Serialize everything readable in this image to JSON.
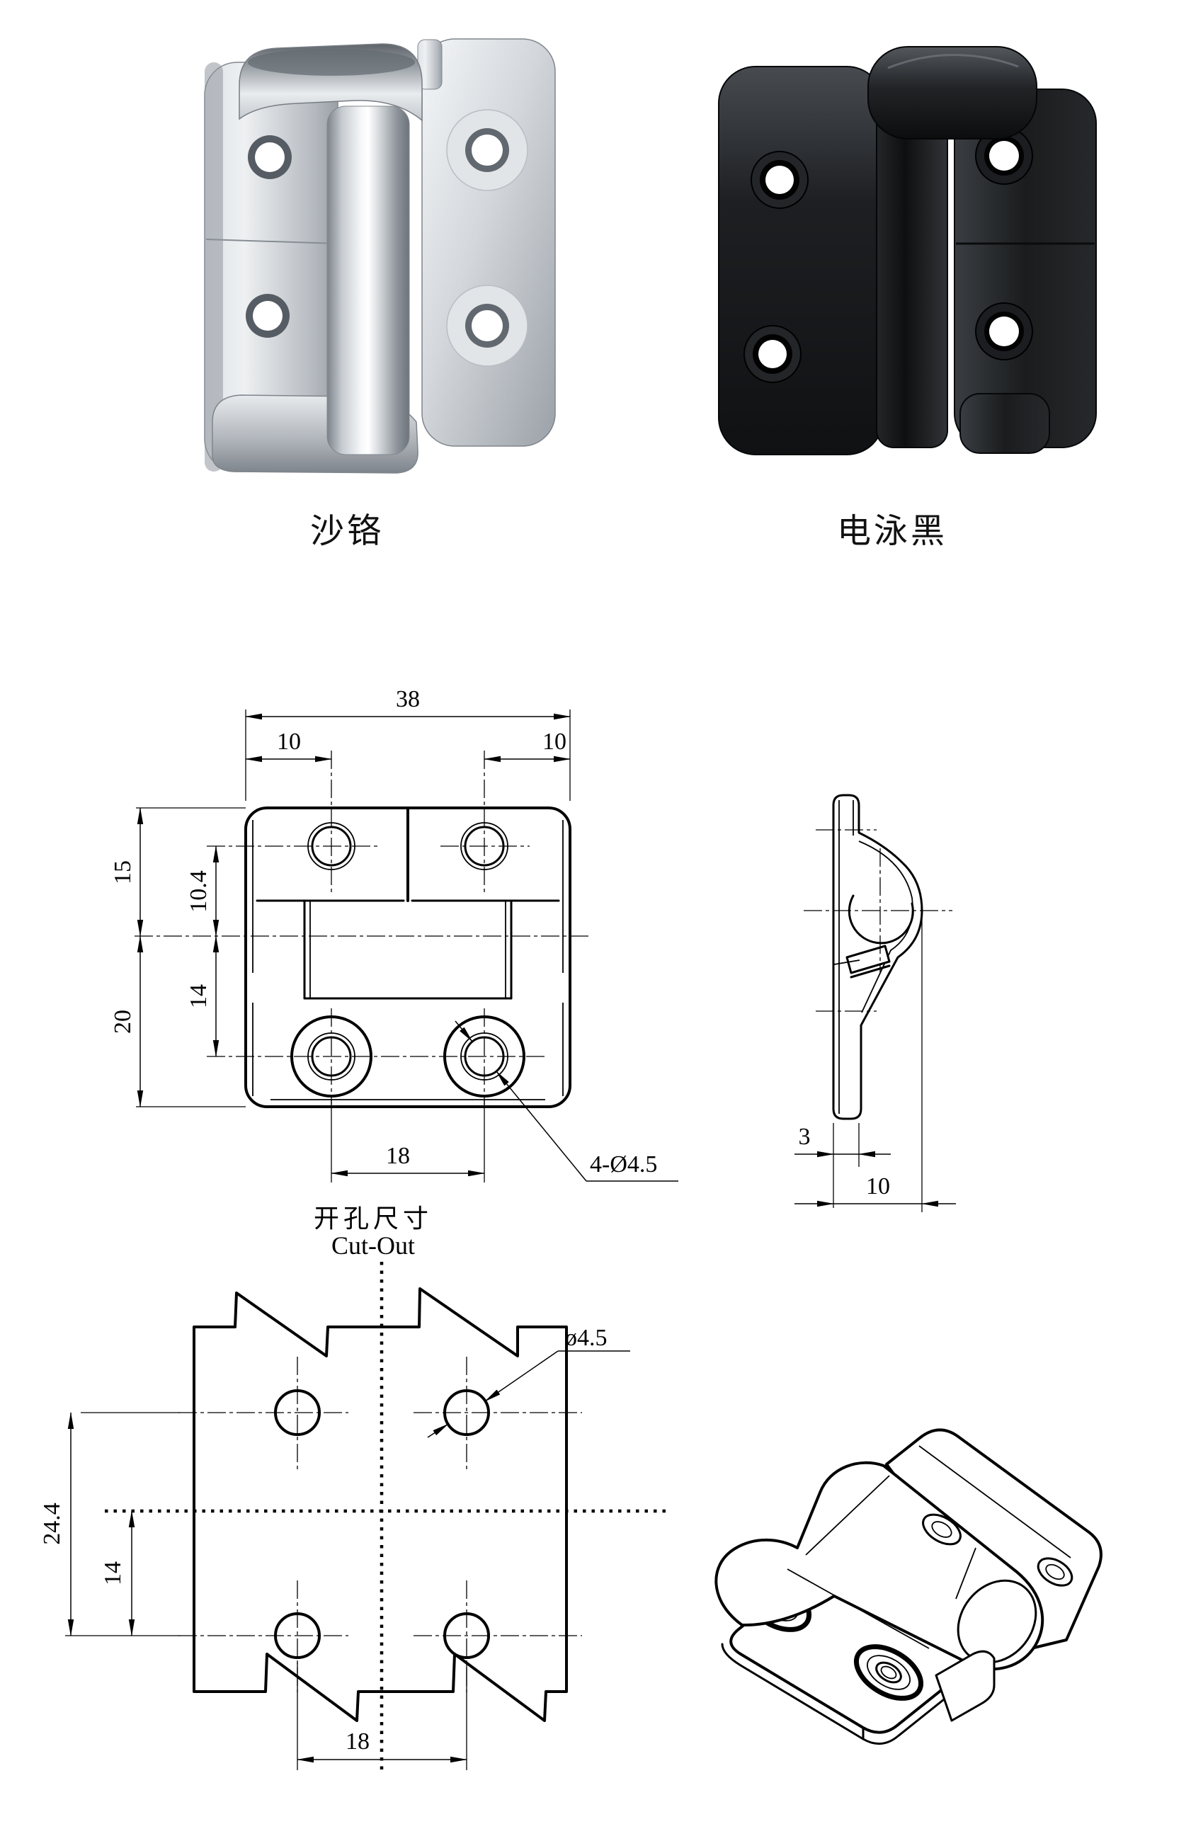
{
  "page": {
    "background": "#ffffff",
    "ink": "#000000"
  },
  "products": {
    "chrome": {
      "label": "沙铬"
    },
    "black": {
      "label": "电泳黑"
    }
  },
  "front_view": {
    "dims": {
      "overall_width": "38",
      "hole_offset_left": "10",
      "hole_offset_right": "10",
      "upper_leaf_height": "15",
      "upper_holes_to_axis": "10.4",
      "axis_to_lower_holes": "14",
      "lower_leaf_height": "20",
      "lower_hole_spacing": "18",
      "hole_callout": "4-Ø4.5"
    }
  },
  "side_view": {
    "dims": {
      "leaf_thickness": "3",
      "depth": "10"
    }
  },
  "cutout_view": {
    "title_zh": "开孔尺寸",
    "title_en": "Cut-Out",
    "dims": {
      "hole_row_spacing": "24.4",
      "centerline_to_lower_row": "14",
      "hole_spacing": "18",
      "hole_diameter": "ø4.5"
    }
  }
}
